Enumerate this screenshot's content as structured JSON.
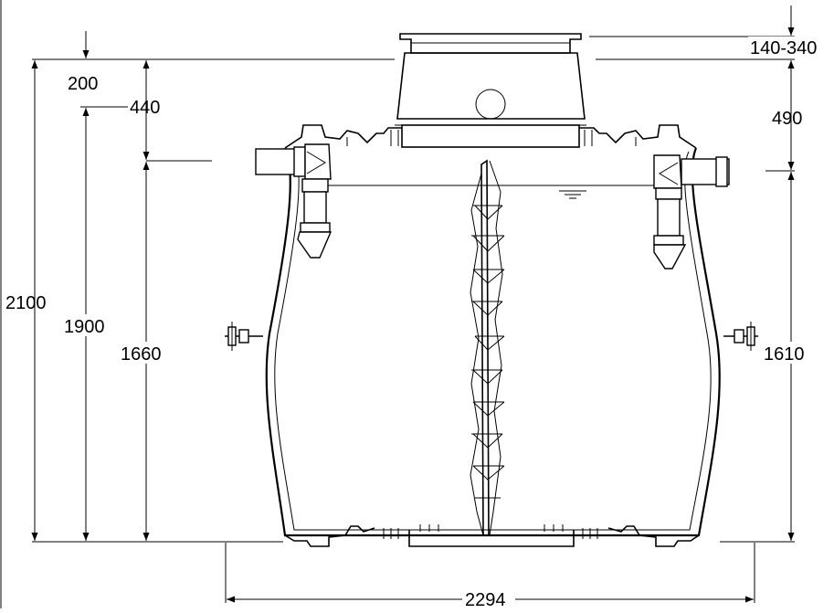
{
  "drawing": {
    "dimensions": {
      "overall_height": "2100",
      "height_to_lid_base": "1900",
      "inlet_height": "1660",
      "outlet_height": "1610",
      "top_offset": "200",
      "inlet_offset": "440",
      "lid_extension": "140-340",
      "outlet_offset": "490",
      "overall_width": "2294"
    }
  }
}
